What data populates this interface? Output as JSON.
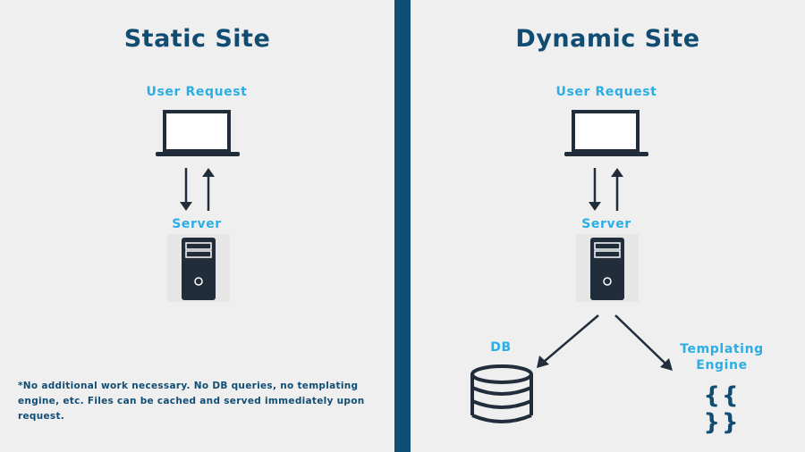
{
  "static_site": {
    "title": "Static Site",
    "user_request_label": "User Request",
    "server_label": "Server",
    "footnote": "*No additional work necessary.  No DB queries, no templating engine, etc. Files can be cached and served immediately upon request."
  },
  "dynamic_site": {
    "title": "Dynamic Site",
    "user_request_label": "User Request",
    "server_label": "Server",
    "db_label": "DB",
    "templating_label_line1": "Templating",
    "templating_label_line2": "Engine",
    "templating_symbol": "{{ }}"
  },
  "colors": {
    "background": "#efefef",
    "divider": "#0f4f75",
    "title": "#114d73",
    "label": "#2baee6",
    "icon": "#222d3b"
  }
}
